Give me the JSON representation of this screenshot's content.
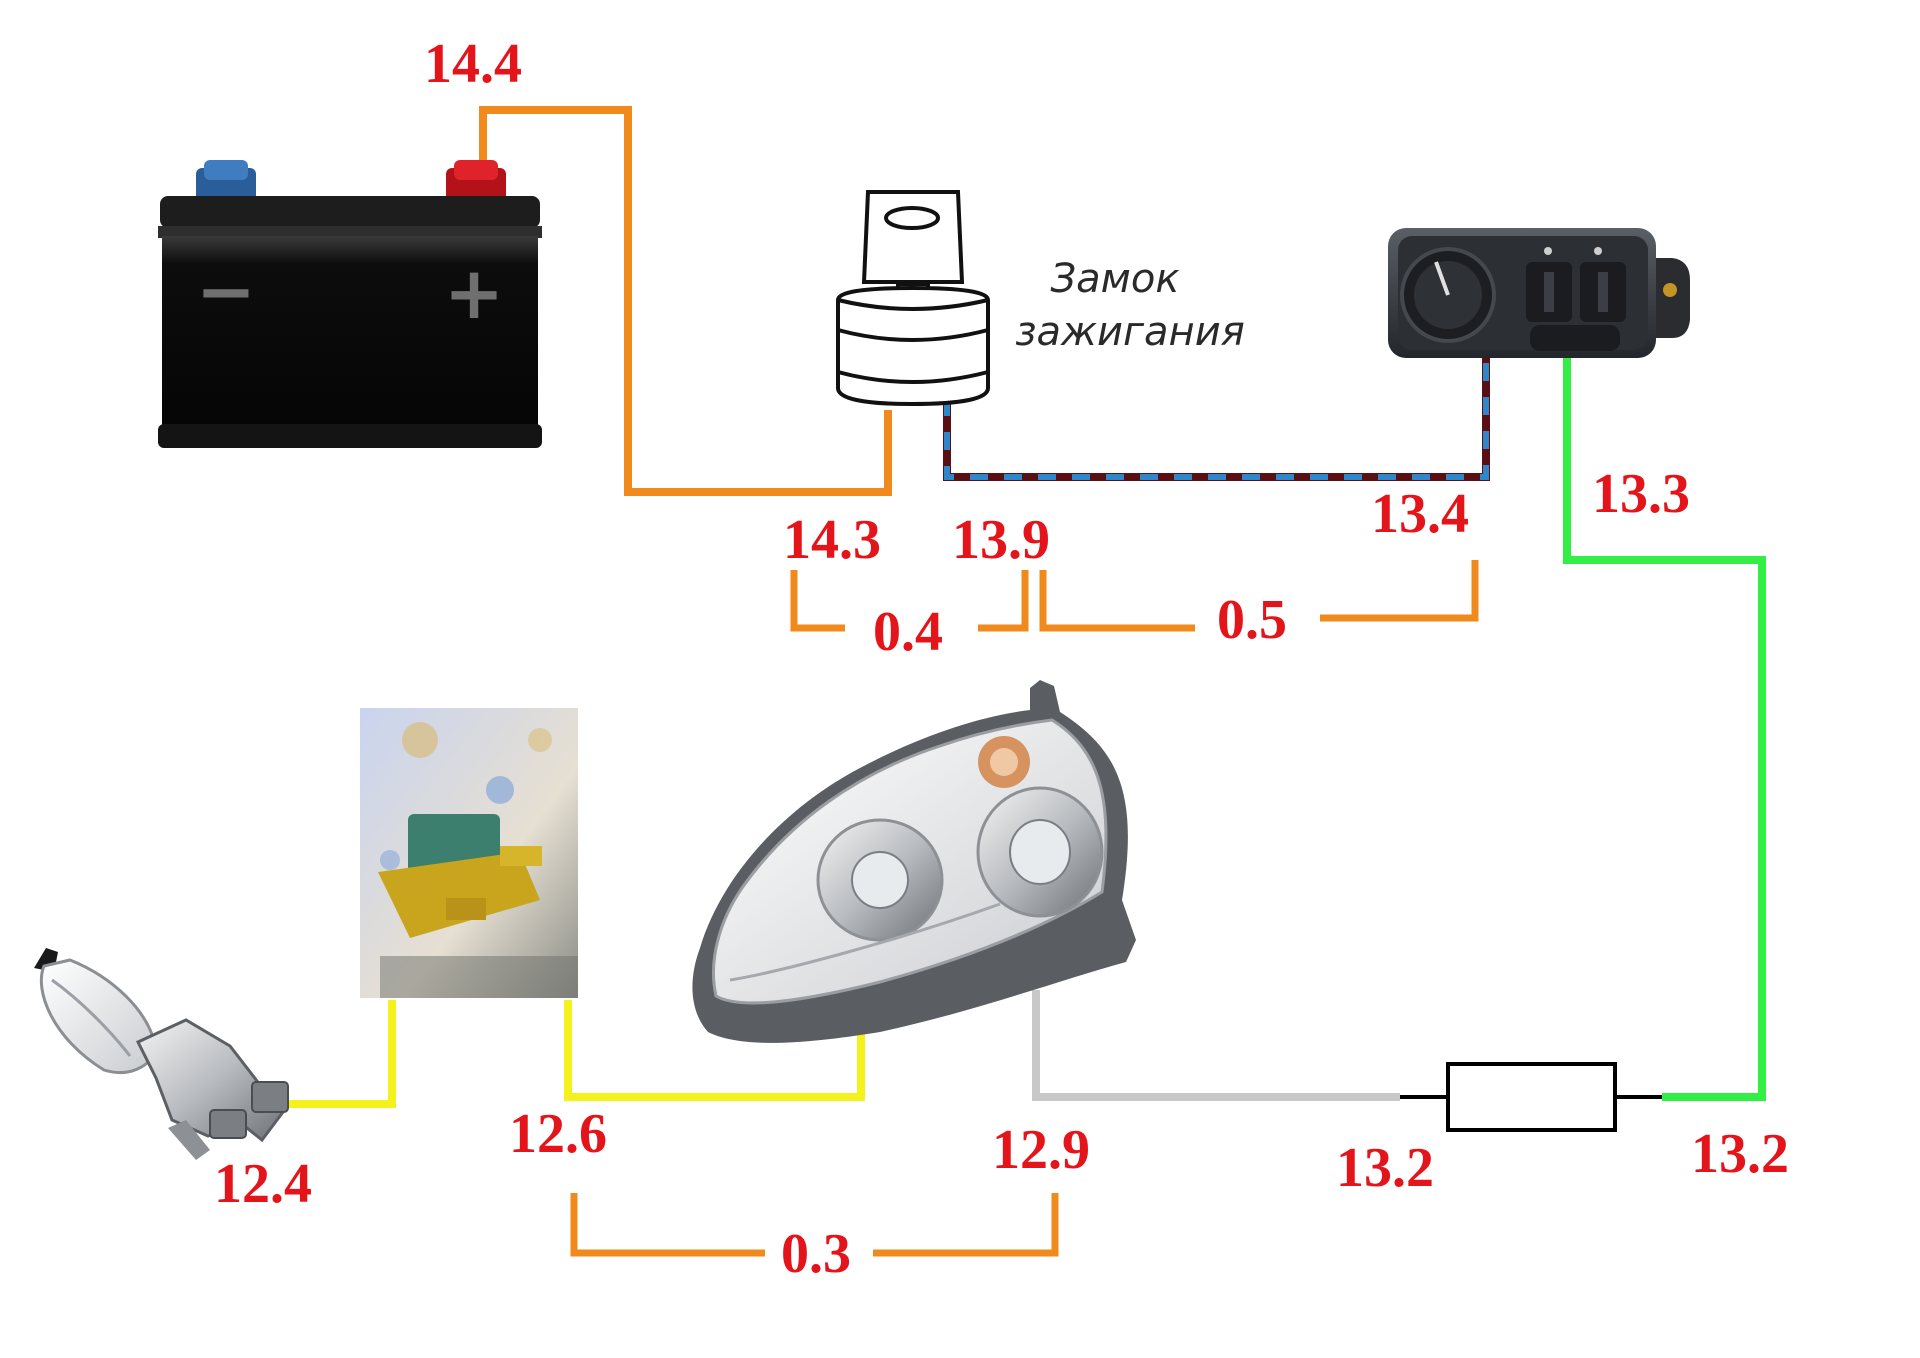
{
  "ignition_label": {
    "line1": "Замок",
    "line2": "зажигания"
  },
  "battery": {
    "minus_sign": "−",
    "plus_sign": "+"
  },
  "voltages": {
    "battery_terminal": "14.4",
    "ignition_input": "14.3",
    "ignition_output": "13.9",
    "switch_input": "13.4",
    "switch_output": "13.3",
    "fuse_out": "13.2",
    "fuse_in": "13.2",
    "headlight_in": "12.9",
    "headlight_out": "12.6",
    "lamp": "12.4"
  },
  "drops": {
    "ignition": "0.4",
    "wire_to_switch": "0.5",
    "headlight": "0.3"
  },
  "colors": {
    "battery_wire": "#f08a1c",
    "switch_wire_dark": "#5a0f12",
    "switch_wire_dash": "#2f86c8",
    "fused_wire": "#33ee44",
    "headlight_feed": "#c8c8c8",
    "lamp_wire": "#f4f11c",
    "bracket": "#f08a1c",
    "value_text": "#e4141b"
  },
  "icons": [
    "battery-icon",
    "ignition-switch-icon",
    "light-switch-icon",
    "fuse-icon",
    "headlight-icon",
    "relay-photo",
    "h7-bulb-icon"
  ]
}
